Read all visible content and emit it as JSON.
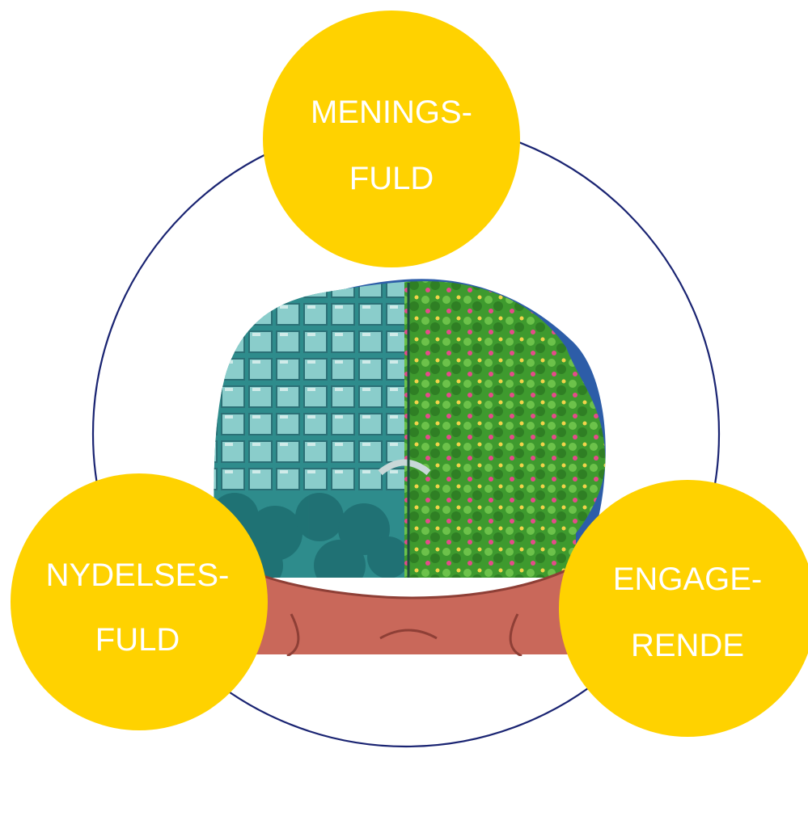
{
  "diagram": {
    "nodes": [
      {
        "id": "top",
        "line1": "MENINGS-",
        "line2": "FULD"
      },
      {
        "id": "left",
        "line1": "NYDELSES-",
        "line2": "FULD"
      },
      {
        "id": "right",
        "line1": "ENGAGE-",
        "line2": "RENDE"
      }
    ],
    "colors": {
      "node_fill": "#FFD200",
      "node_text": "#FFFFFF",
      "ring_stroke": "#1A2472",
      "brain_left": "#2E8C8C",
      "brain_right": "#3E9A2E",
      "skull": "#C9685A",
      "sky": "#2D5DA8"
    },
    "center_image": "brain-illustration"
  }
}
